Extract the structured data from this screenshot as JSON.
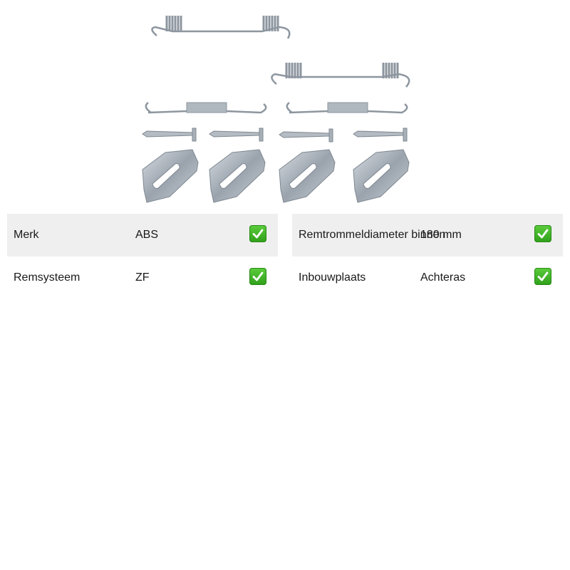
{
  "product_image": {
    "icon": "brake-shoe-accessory-kit-image"
  },
  "specs_left": [
    {
      "label": "Merk",
      "value": "ABS",
      "check": "check-mark-icon",
      "shaded": true
    },
    {
      "label": "Remsysteem",
      "value": "ZF",
      "check": "check-mark-icon",
      "shaded": false
    }
  ],
  "specs_right": [
    {
      "label": "Remtrommeldiameter binnen",
      "value": "180 mm",
      "check": "check-mark-icon",
      "shaded": true
    },
    {
      "label": "Inbouwplaats",
      "value": "Achteras",
      "check": "check-mark-icon",
      "shaded": false
    }
  ],
  "colors": {
    "check_green": "#3cb521",
    "row_shade": "#efefef"
  }
}
